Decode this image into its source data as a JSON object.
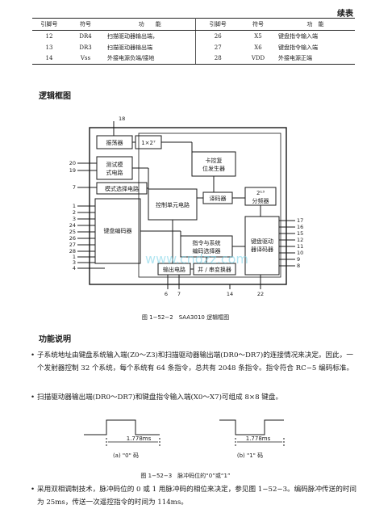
{
  "header": {
    "continued": "续表"
  },
  "pin_table": {
    "headers": [
      "引脚号",
      "符号",
      "功　　能",
      "引脚号",
      "符号",
      "功　能"
    ],
    "rows": [
      [
        "12",
        "DR4",
        "扫描驱动器输出端，",
        "26",
        "X5",
        "键盘指令输入端"
      ],
      [
        "13",
        "DR3",
        "扫描驱动器输出端",
        "27",
        "X6",
        "键盘指令输入端"
      ],
      [
        "14",
        "Vss",
        "外接电源负端/接地",
        "28",
        "VDD",
        "外接电源正端"
      ]
    ]
  },
  "sections": {
    "logic": "逻辑框图",
    "function": "功能说明"
  },
  "block_diagram": {
    "blocks": {
      "oscillator": "振荡器",
      "divider_1x27": "1×2⁷",
      "test_mode": [
        "测试模",
        "式电路"
      ],
      "mode_select": "模式选择电路",
      "kbd_encoder": "键盘编码器",
      "control_unit": "控制单元电路",
      "addr_gen": [
        "卡控复",
        "位发生器"
      ],
      "decoder": "译码器",
      "div_213": [
        "2¹³",
        "分频器"
      ],
      "cmd_system": [
        "指令与系统",
        "编码选择器"
      ],
      "kbd_driver": [
        "键盘驱动",
        "器译码器"
      ],
      "output": "输出电路",
      "mux": "并 / 串变换器"
    },
    "pins_left": [
      "20",
      "19",
      "7",
      "1",
      "2",
      "3",
      "24",
      "25",
      "26",
      "27",
      "28",
      "1",
      "3",
      "4"
    ],
    "pins_right": [
      "17",
      "16",
      "15",
      "12",
      "11",
      "10",
      "9",
      "8"
    ],
    "pin_top": "18",
    "pins_bottom": [
      "6",
      "7",
      "14",
      "22"
    ],
    "watermark": "www.cndzz.com"
  },
  "fig1_caption": "图 1−52−2　SAA3010 逻辑框图",
  "paragraphs": [
    "子系统地址由键盘系统输入端(Z0～Z3)和扫描驱动器输出端(DR0～DR7)的连接情况来决定。因此，一个发射器控制 32 个系统，每个系统有 64 条指令，总共有 2048 条指令。指令符合 RC−5 编码标准。",
    "扫描驱动器输出端(DR0～DR7)和键盘指令输入端(X0～X7)可组成 8×8 键盘。",
    "采用双相调制技术，脉冲码位的 0 或 1 用脉冲码的相位来决定，参见图 1−52−3。编码脉冲传送的时间为 25ms，传送一次遥控指令的时间为 114ms。"
  ],
  "pulse_figure": {
    "left_duration": "1.778ms",
    "right_duration": "1.778ms",
    "left_label": "(a) \"0\" 码",
    "right_label": "(b) \"1\" 码"
  },
  "fig2_caption": "图 1−52−3　脉冲码位的“0”或“1”"
}
